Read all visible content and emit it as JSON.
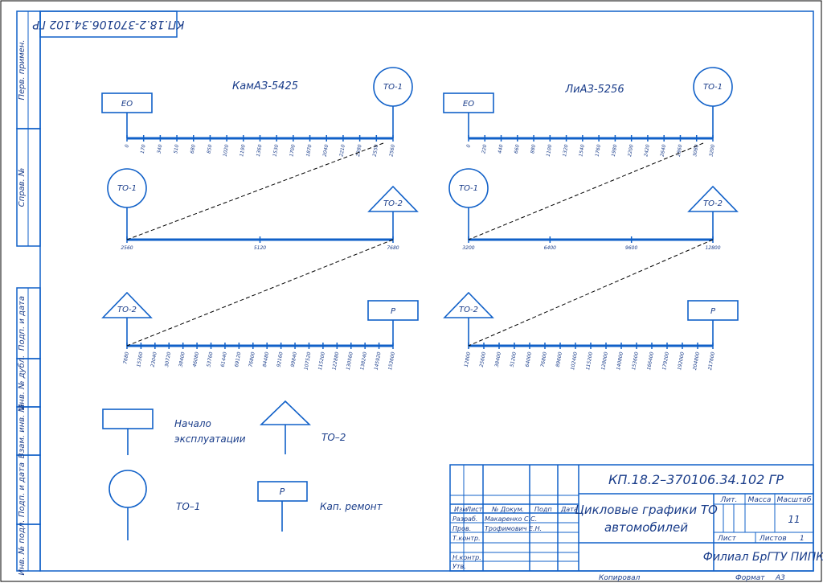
{
  "drawing_code": "КП.18.2–370106.34.102 ГР",
  "drawing_code_stamp": "КП.18.2-370106.34.102 ГР",
  "drawing_title_line1": "Цикловые графики ТО",
  "drawing_title_line2": "автомобилей",
  "organization": "Филиал БрГТУ ПИПК",
  "left_strip": {
    "perv_primen": "Перв. примен.",
    "sprav_no": "Справ. №",
    "podp_i_data_1": "Подп. и дата",
    "inv_dubl": "Инв. № дубл.",
    "vzam_inv": "Взам. инв. №",
    "podp_i_data_2": "Подп. и дата",
    "inv_podl": "Инв. № подл."
  },
  "title_block": {
    "col_izm": "Изм",
    "col_list": "Лист",
    "col_ndokum": "№ Докум.",
    "col_podp": "Подп",
    "col_data": "Дата",
    "razrab_label": "Разраб.",
    "razrab_name": "Макаренко С.С.",
    "prov_label": "Пров.",
    "prov_name": "Трофимович Е.Н.",
    "tkontr_label": "Т.контр.",
    "nkontr_label": "Н.контр.",
    "utv_label": "Утв.",
    "lit_label": "Лит.",
    "massa_label": "Масса",
    "masshtab_label": "Масштаб",
    "masshtab_value": "11",
    "list_label": "Лист",
    "listov_label": "Листов",
    "listov_value": "1",
    "kopiroval": "Копировал",
    "format_label": "Формат",
    "format_value": "А3"
  },
  "diagrams": [
    {
      "vehicle": "КамАЗ-5425",
      "row1": {
        "start_symbol": "ЕО",
        "end_symbol": "ТО-1",
        "ticks": [
          "0",
          "170",
          "340",
          "510",
          "680",
          "850",
          "1020",
          "1190",
          "1360",
          "1530",
          "1700",
          "1870",
          "2040",
          "2210",
          "2380",
          "2550",
          "2560"
        ]
      },
      "row2": {
        "start_symbol": "ТО-1",
        "end_symbol": "ТО-2",
        "ticks": [
          "2560",
          "5120",
          "7680"
        ]
      },
      "row3": {
        "start_symbol": "ТО-2",
        "end_symbol": "Р",
        "ticks": [
          "7680",
          "15360",
          "23040",
          "30720",
          "38400",
          "46080",
          "53760",
          "61440",
          "69120",
          "76800",
          "84480",
          "92160",
          "99840",
          "107520",
          "115200",
          "122880",
          "130560",
          "138240",
          "145920",
          "153600"
        ]
      }
    },
    {
      "vehicle": "ЛиАЗ-5256",
      "row1": {
        "start_symbol": "ЕО",
        "end_symbol": "ТО-1",
        "ticks": [
          "0",
          "220",
          "440",
          "660",
          "880",
          "1100",
          "1320",
          "1540",
          "1760",
          "1980",
          "2200",
          "2420",
          "2640",
          "2860",
          "3080",
          "3200"
        ]
      },
      "row2": {
        "start_symbol": "ТО-1",
        "end_symbol": "ТО-2",
        "ticks": [
          "3200",
          "6400",
          "9600",
          "12800"
        ]
      },
      "row3": {
        "start_symbol": "ТО-2",
        "end_symbol": "Р",
        "ticks": [
          "12800",
          "25600",
          "38400",
          "51200",
          "64000",
          "76800",
          "89600",
          "102400",
          "115200",
          "128000",
          "140800",
          "153600",
          "166400",
          "179200",
          "192000",
          "204800",
          "217600"
        ]
      }
    }
  ],
  "legend": {
    "start_label_1": "Начало",
    "start_label_2": "эксплуатации",
    "to1_label": "ТО–1",
    "to2_label": "ТО–2",
    "kap_label": "Кап. ремонт",
    "kap_symbol": "Р"
  }
}
